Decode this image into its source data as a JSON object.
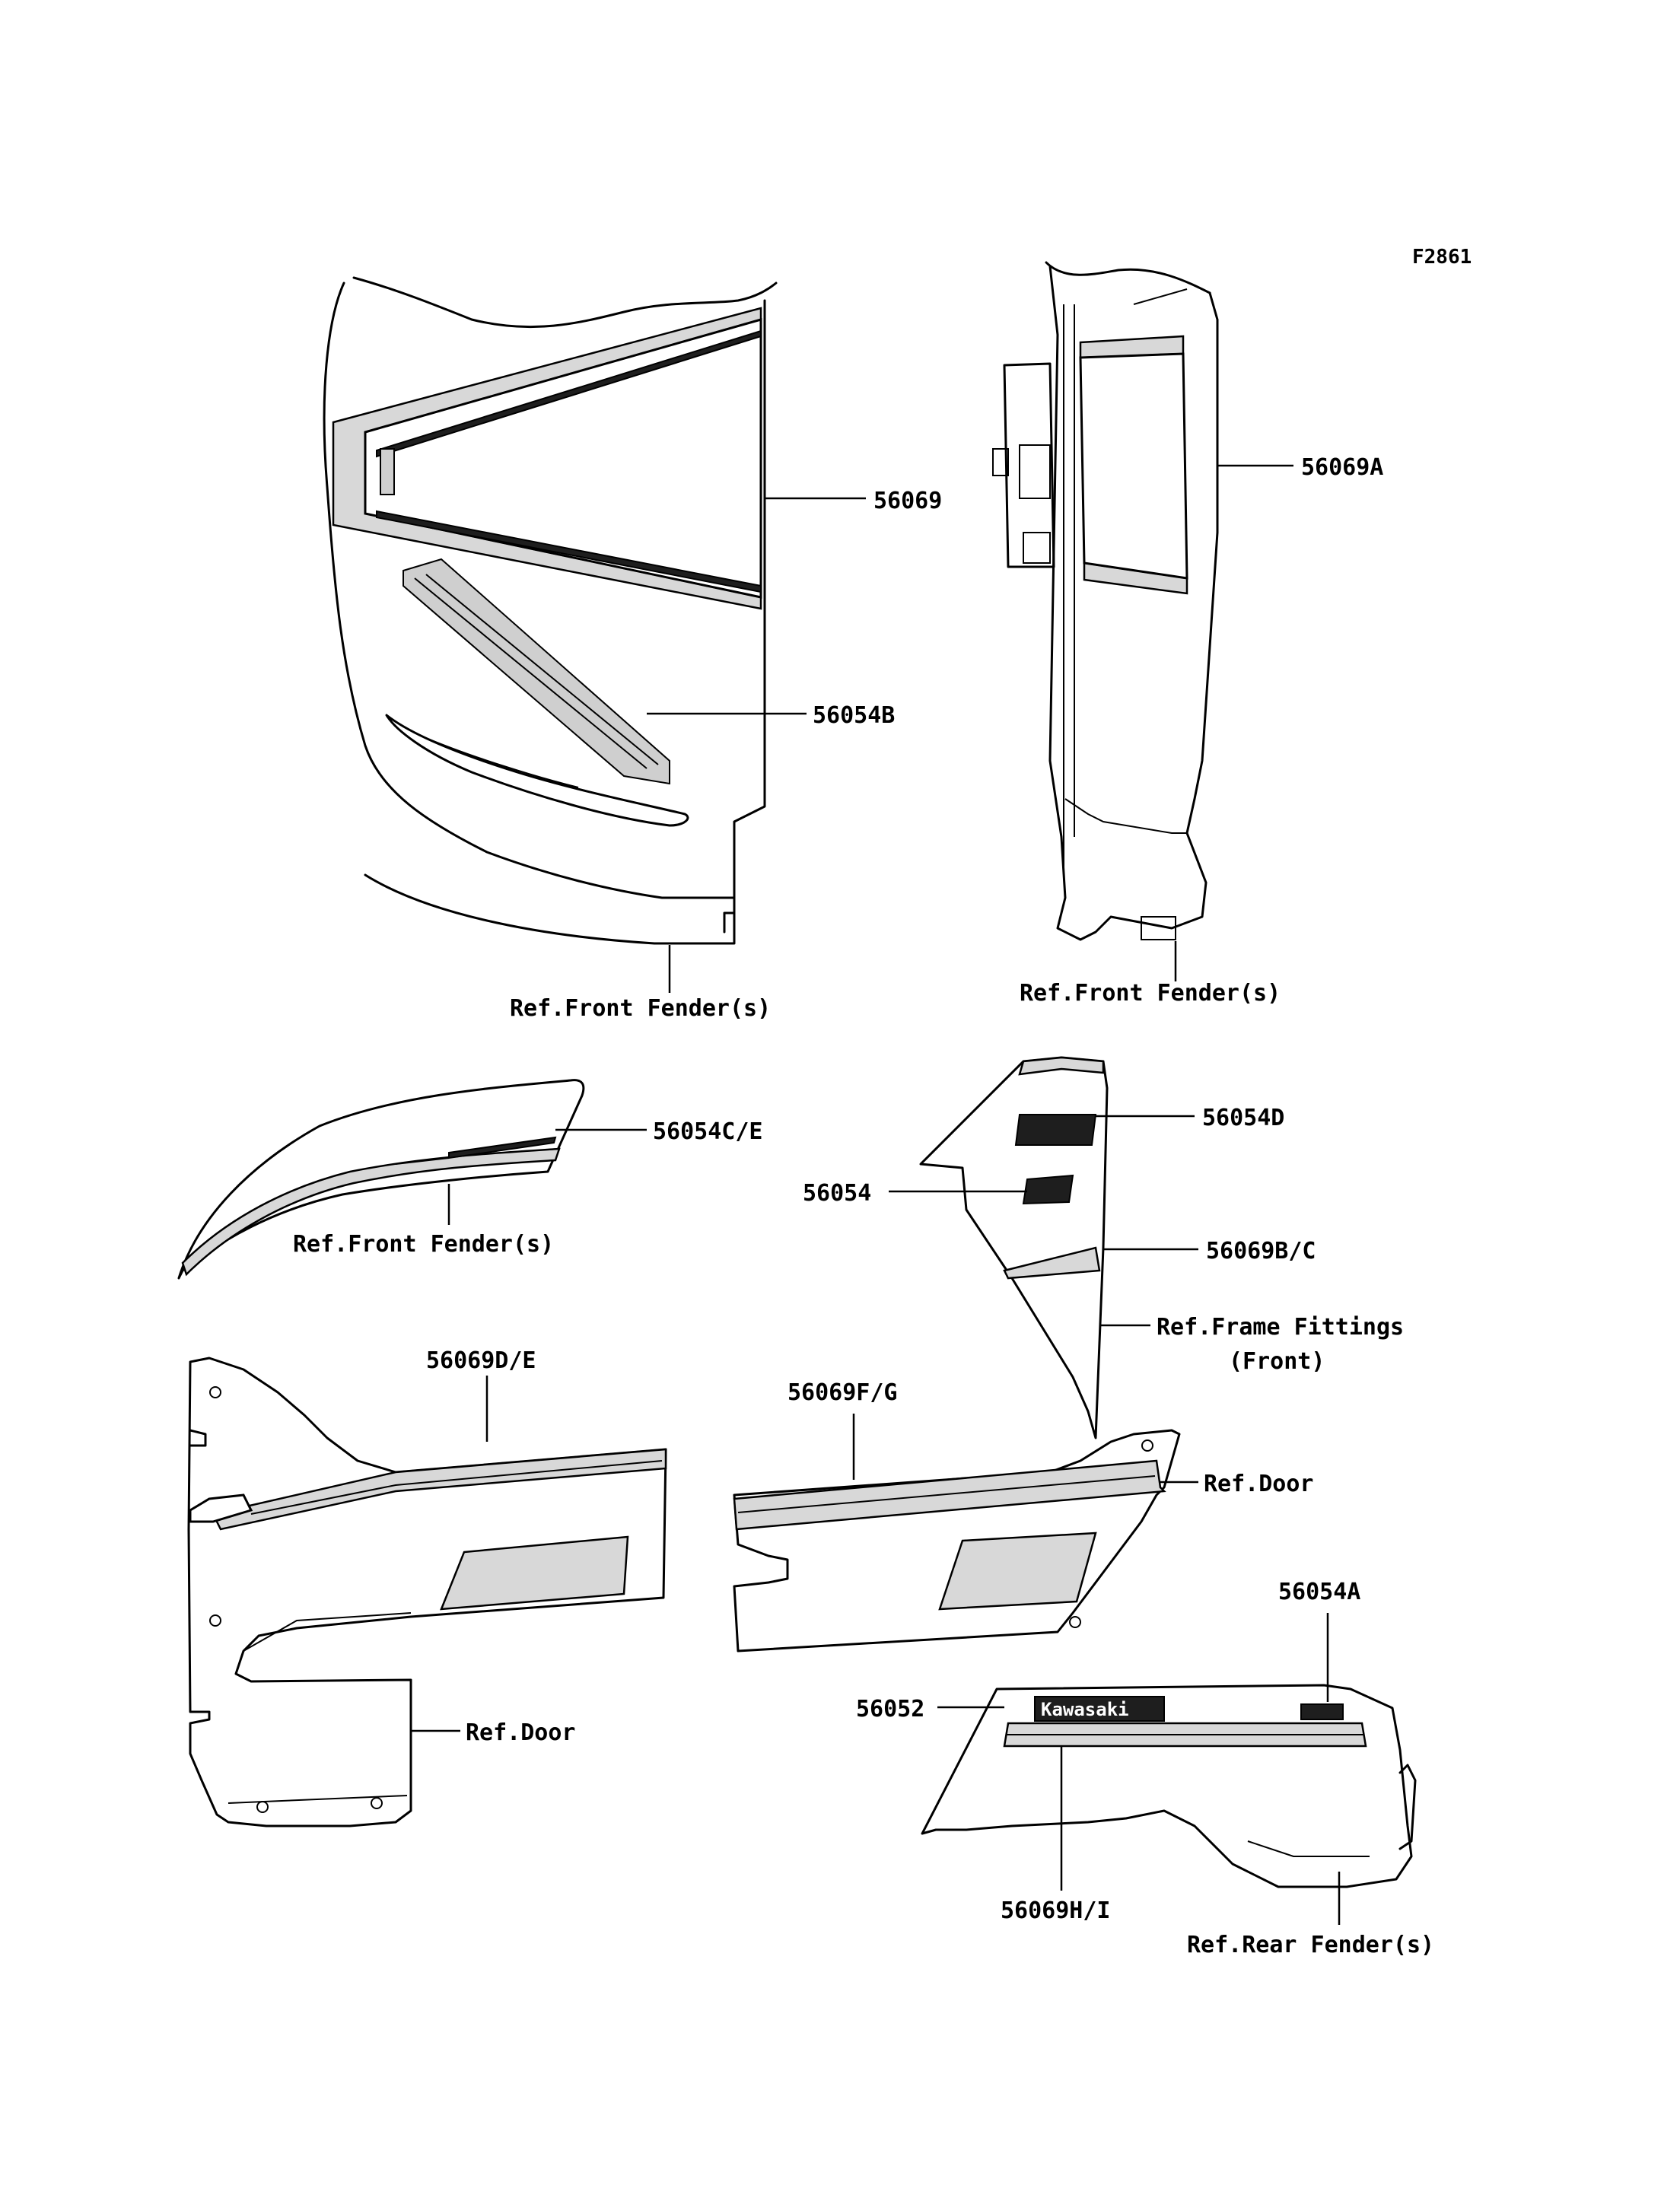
{
  "figure_code": "F2861",
  "callouts": {
    "p56069": "56069",
    "p56054B": "56054B",
    "p56069A": "56069A",
    "p56054CE": "56054C/E",
    "p56054D": "56054D",
    "p56054": "56054",
    "p56069BC": "56069B/C",
    "p56069DE": "56069D/E",
    "p56069FG": "56069F/G",
    "p56054A": "56054A",
    "p56052": "56052",
    "p56069HI": "56069H/I"
  },
  "references": {
    "front_fender_1": "Ref.Front Fender(s)",
    "front_fender_2": "Ref.Front Fender(s)",
    "front_fender_3": "Ref.Front Fender(s)",
    "frame_fittings_line1": "Ref.Frame Fittings",
    "frame_fittings_line2": "(Front)",
    "door_1": "Ref.Door",
    "door_2": "Ref.Door",
    "rear_fender": "Ref.Rear Fender(s)"
  },
  "decal_text": {
    "kawasaki": "Kawasaki"
  }
}
